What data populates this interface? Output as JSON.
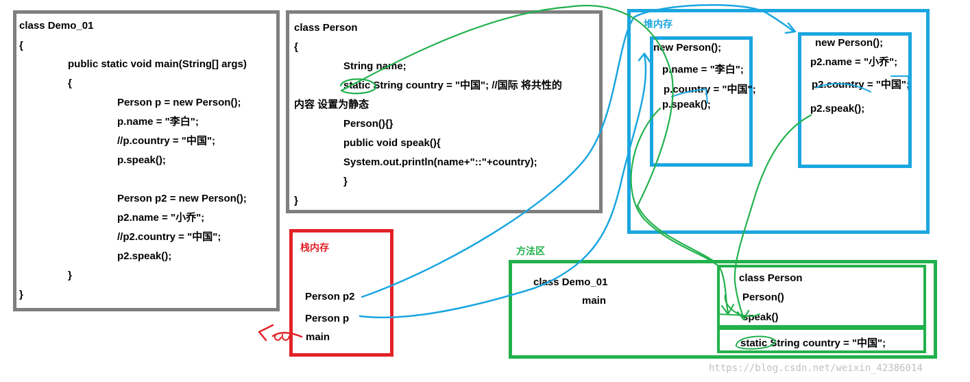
{
  "demo": {
    "lines": [
      "class Demo_01",
      "{",
      "public static void main(String[] args)",
      "{",
      "Person p = new Person();",
      "p.name = \"李白\";",
      "//p.country = \"中国\";",
      "p.speak();",
      "Person p2 = new Person();",
      "p2.name = \"小乔\";",
      "//p2.country = \"中国\";",
      "p2.speak();",
      "}",
      "}"
    ]
  },
  "person": {
    "lines": [
      "class Person",
      "{",
      "String name;",
      "static String country = \"中国\"; //国际 将共性的",
      "内容 设置为静态",
      "Person(){}",
      "public void speak(){",
      "System.out.println(name+\"::\"+country);",
      "}",
      "}"
    ]
  },
  "heap": {
    "title": "堆内存",
    "obj1": [
      "new Person();",
      "p.name = \"李白\";",
      "p.country = \"中国\";",
      "p.speak();"
    ],
    "obj2": [
      "new Person();",
      "p2.name = \"小乔\";",
      "p2.country = \"中国\";",
      "p2.speak();"
    ]
  },
  "stack": {
    "title": "栈内存",
    "items": [
      "Person p2",
      "Person p",
      "main"
    ]
  },
  "method_area": {
    "title": "方法区",
    "demo_class": "class Demo_01",
    "demo_main": "main",
    "person_class": "class Person",
    "person_ctor": "Person()",
    "person_speak": "speak()",
    "static_field": "static String country = \"中国\";"
  },
  "watermark": "https://blog.csdn.net/weixin_42386014",
  "colors": {
    "gray": "#7f7f7f",
    "blue": "#1aa6e0",
    "red": "#e22226",
    "green": "#22b14c"
  }
}
